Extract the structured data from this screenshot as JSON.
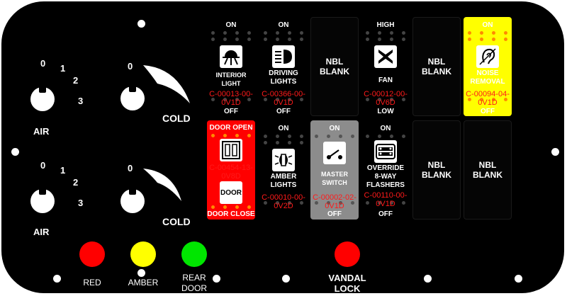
{
  "air_controls": [
    {
      "marks": [
        "0",
        "1",
        "2",
        "3"
      ],
      "label": "AIR",
      "cold_mark": "0",
      "cold_label": "COLD"
    },
    {
      "marks": [
        "0",
        "1",
        "2",
        "3"
      ],
      "label": "AIR",
      "cold_mark": "0",
      "cold_label": "COLD"
    }
  ],
  "switches": [
    {
      "id": "interior-light",
      "top": "ON",
      "name": [
        "INTERIOR",
        "LIGHT"
      ],
      "bottom": "OFF",
      "code": [
        "C-00013-00-",
        "0V1D"
      ],
      "icon": "dome-light-icon"
    },
    {
      "id": "driving-lights",
      "top": "ON",
      "name": [
        "DRIVING",
        "LIGHTS"
      ],
      "bottom": "OFF",
      "code": [
        "C-00366-00-",
        "0V1D"
      ],
      "icon": "headlight-icon"
    },
    {
      "id": "nbl-1",
      "blank": [
        "NBL",
        "BLANK"
      ]
    },
    {
      "id": "fan",
      "top": "HIGH",
      "name": [
        "FAN"
      ],
      "bottom": "LOW",
      "code": [
        "C-00012-00-",
        "0V6D"
      ],
      "icon": "fan-icon"
    },
    {
      "id": "nbl-2",
      "blank": [
        "NBL",
        "BLANK"
      ]
    },
    {
      "id": "noise-removal",
      "top": "ON",
      "name": [
        "NOISE",
        "REMOVAL"
      ],
      "bottom": "OFF",
      "code": [
        "C-00094-04-",
        "0V1D"
      ],
      "icon": "ear-icon"
    },
    {
      "id": "door",
      "top": "DOOR OPEN",
      "name": [
        "DOOR"
      ],
      "bottom": "DOOR CLOSE",
      "code": [
        "C-00454-13-",
        "0V8D"
      ],
      "icon": "double-door-icon"
    },
    {
      "id": "amber-lights",
      "top": "ON",
      "name": [
        "AMBER",
        "LIGHTS"
      ],
      "bottom": "",
      "code": [
        "C-00010-00-",
        "0V2D"
      ],
      "icon": "amber-light-icon"
    },
    {
      "id": "master-switch",
      "top": "ON",
      "name": [
        "MASTER",
        "SWITCH"
      ],
      "bottom": "OFF",
      "code": [
        "C-00002-02-",
        "0V1D"
      ],
      "icon": "toggle-switch-icon"
    },
    {
      "id": "override-flashers",
      "top": "ON",
      "name": [
        "OVERRIDE",
        "8-WAY",
        "FLASHERS"
      ],
      "bottom": "OFF",
      "code": [
        "C-00110-00-",
        "0V1D"
      ],
      "icon": "flasher-icon"
    },
    {
      "id": "nbl-3",
      "blank": [
        "NBL",
        "BLANK"
      ]
    },
    {
      "id": "nbl-4",
      "blank": [
        "NBL",
        "BLANK"
      ]
    }
  ],
  "indicators": [
    {
      "label": [
        "RED"
      ],
      "color": "#ff0000"
    },
    {
      "label": [
        "AMBER"
      ],
      "color": "#ffff00"
    },
    {
      "label": [
        "REAR",
        "DOOR"
      ],
      "color": "#00e600"
    }
  ],
  "vandal_lock": {
    "label": [
      "VANDAL",
      "LOCK"
    ],
    "color": "#ff0000"
  },
  "colors": {
    "panel": "#000000",
    "noise_bg": "#ffff00",
    "door_bg": "#ff0000",
    "master_bg": "#8c8c8c",
    "code_text": "#ff1a1a"
  }
}
